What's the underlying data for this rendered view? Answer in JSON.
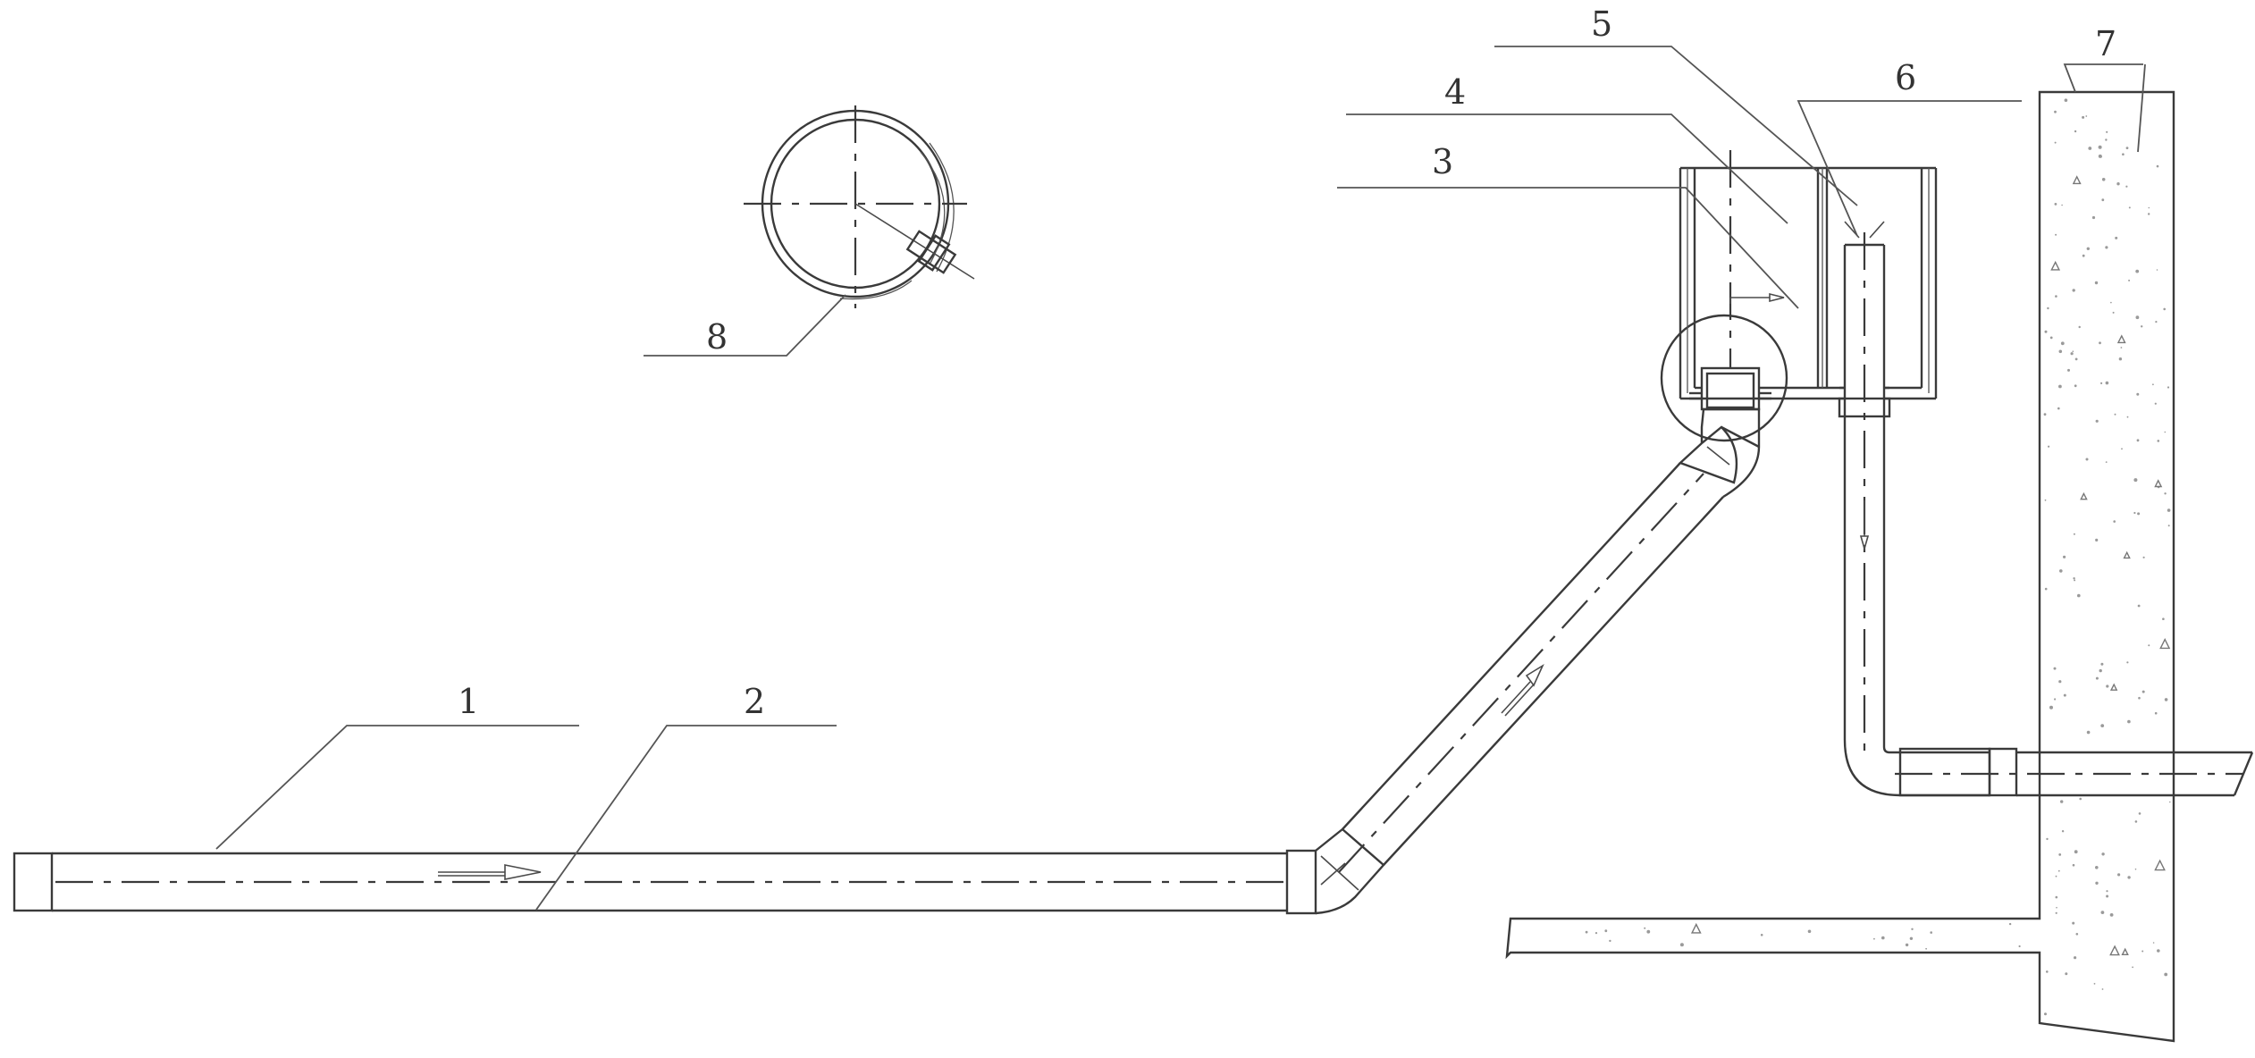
{
  "labels": {
    "l1": "1",
    "l2": "2",
    "l3": "3",
    "l4": "4",
    "l5": "5",
    "l6": "6",
    "l7": "7",
    "l8": "8"
  },
  "colors": {
    "line": "#3a3a3a",
    "background": "#ffffff",
    "concrete_speckle": "#9a9a9a"
  }
}
